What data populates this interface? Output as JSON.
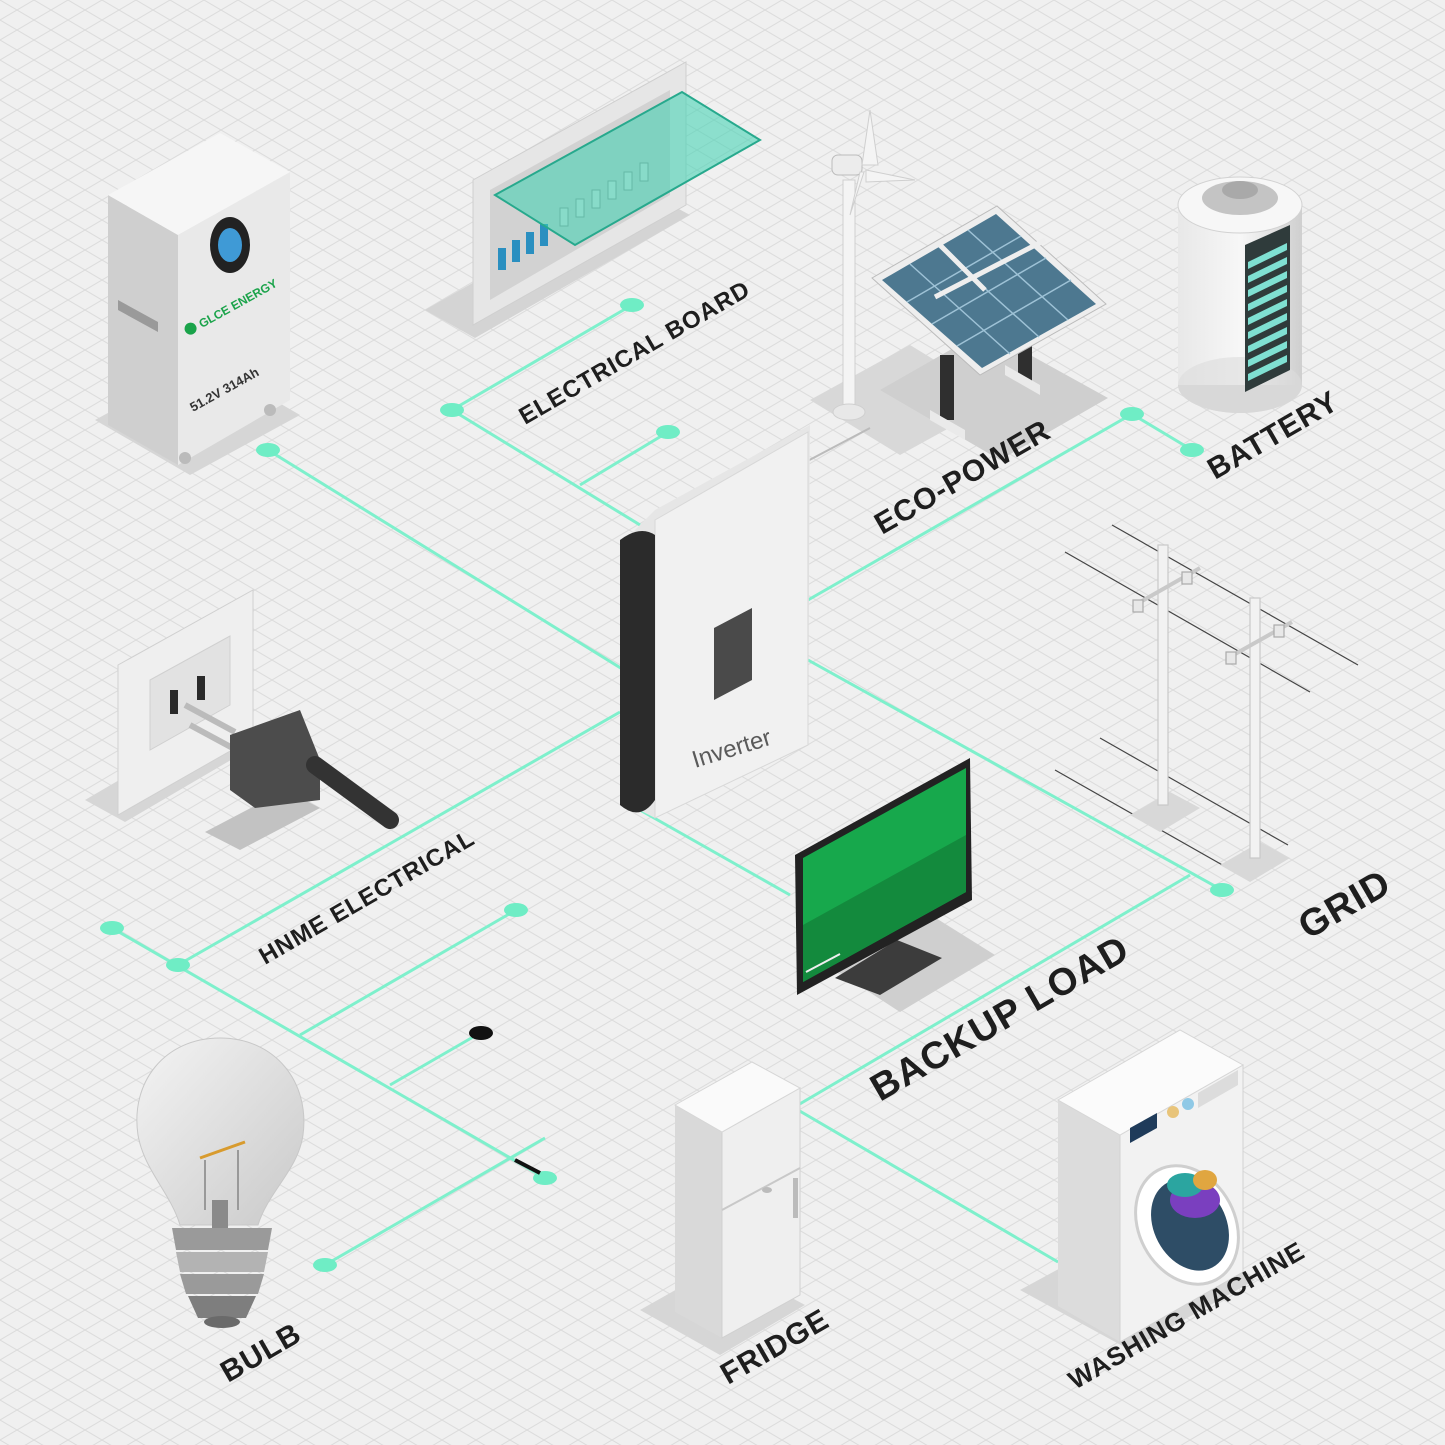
{
  "labels": {
    "electrical_board": "ELECTRICAL BOARD",
    "eco_power": "ECO-POWER",
    "battery": "BATTERY",
    "home_electrical": "HNME ELECTRICAL",
    "grid": "GRID",
    "backup_load": "BACKUP LOAD",
    "bulb": "BULB",
    "fridge": "FRIDGE",
    "washing_machine": "WASHING MACHINE"
  },
  "inverter": {
    "label": "Inverter"
  },
  "battery_unit": {
    "brand": "GLCE ENERGY",
    "spec": "51.2V 314Ah"
  },
  "colors": {
    "background": "#f0f0f0",
    "grid_line": "#dcdcdc",
    "connector": "#7ef0cc",
    "node": "#6fedc5",
    "label": "#1e1e1e",
    "brand_green": "#1aa34a",
    "screen_green": "#17a84c"
  }
}
